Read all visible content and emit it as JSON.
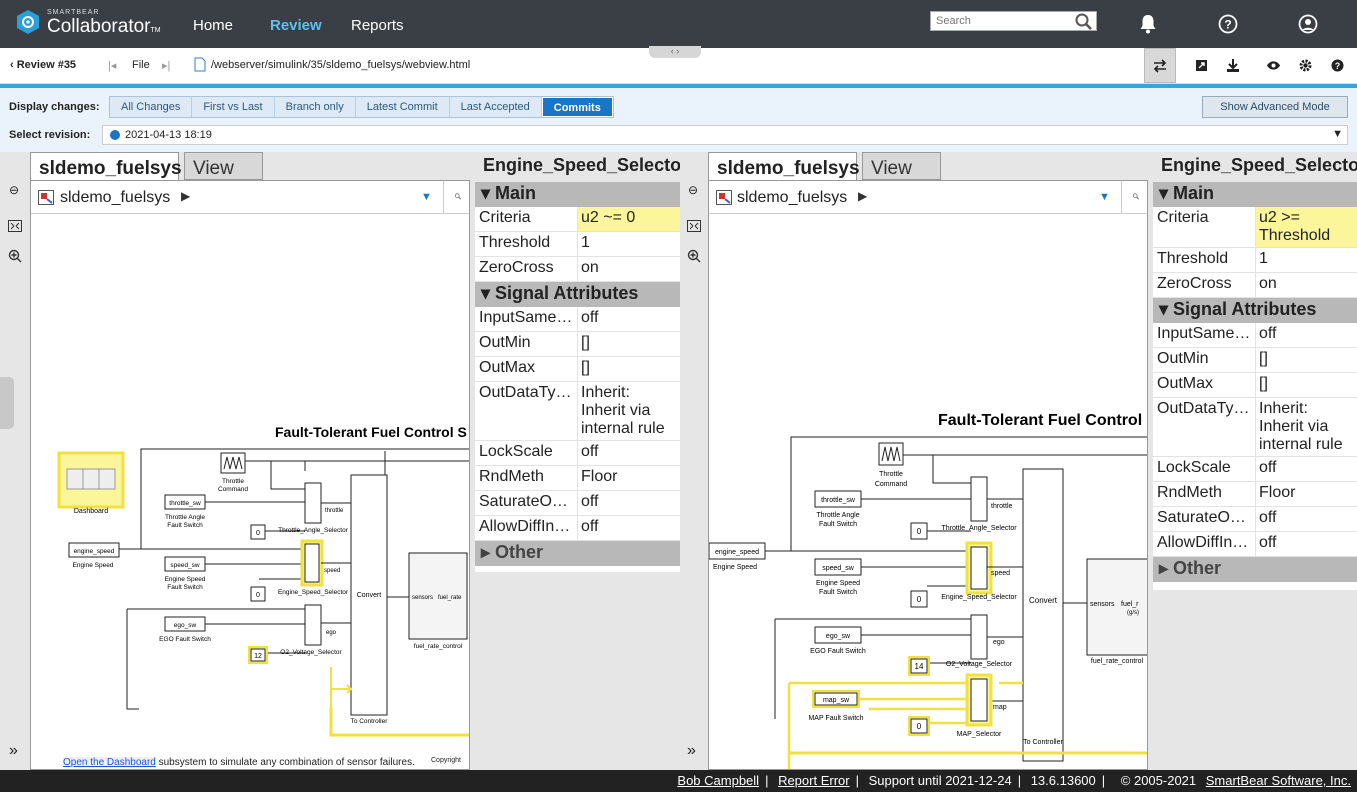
{
  "header": {
    "brand_small": "SMARTBEAR",
    "brand_name": "Collaborator",
    "brand_tm": "TM",
    "nav": [
      "Home",
      "Review",
      "Reports"
    ],
    "search_placeholder": "Search"
  },
  "subbar": {
    "back_label": "Review #35",
    "file_label": "File",
    "path": "/webserver/simulink/35/sldemo_fuelsys/webview.html"
  },
  "changes": {
    "display_label": "Display changes:",
    "options": [
      "All Changes",
      "First vs Last",
      "Branch only",
      "Latest Commit",
      "Last Accepted",
      "Commits"
    ],
    "selected": "Commits",
    "advanced_button": "Show Advanced Mode",
    "revision_label": "Select revision:",
    "revision_value": "2021-04-13 18:19"
  },
  "left": {
    "tab_active": "sldemo_fuelsys",
    "tab_other": "View All",
    "crumb": "sldemo_fuelsys",
    "diagram_title": "Fault-Tolerant Fuel Control S",
    "blocks": {
      "dashboard": "Dashboard",
      "throttle_cmd": "Throttle\nCommand",
      "throttle_sw": "throttle_sw",
      "throttle_fault": "Throttle Angle\nFault Switch",
      "throttle_sel": "Throttle_Angle_Selector",
      "engine_speed": "engine_speed",
      "engine_speed_lbl": "Engine Speed",
      "speed_sw": "speed_sw",
      "speed_fault": "Engine Speed\nFault Switch",
      "speed_sel": "Engine_Speed_Selector",
      "ego_sw": "ego_sw",
      "ego_fault": "EGO Fault Switch",
      "o2_sel": "O2_Voltage_Selector",
      "convert": "Convert",
      "to_controller": "To Controller",
      "fuel_rate": "fuel_rate_control",
      "sensors": "sensors",
      "fuel_rate_port": "fuel_rate",
      "throttle_port": "throttle",
      "speed_port": "speed",
      "ego_port": "ego",
      "zero1": "0",
      "zero2": "0",
      "twelve": "12"
    },
    "footnote_link": "Open the Dashboard",
    "footnote_text": "subsystem to simulate any combination of sensor failures.",
    "copyright": "Copyright"
  },
  "left_props": {
    "title": "Engine_Speed_Selector",
    "main_label": "Main",
    "main": [
      {
        "k": "Criteria",
        "v": "u2 ~= 0"
      },
      {
        "k": "Threshold",
        "v": "1"
      },
      {
        "k": "ZeroCross",
        "v": "on"
      }
    ],
    "signal_label": "Signal Attributes",
    "signal": [
      {
        "k": "InputSame…",
        "v": "off"
      },
      {
        "k": "OutMin",
        "v": "[]"
      },
      {
        "k": "OutMax",
        "v": "[]"
      },
      {
        "k": "OutDataTy…",
        "v": "Inherit: Inherit via internal rule"
      },
      {
        "k": "LockScale",
        "v": "off"
      },
      {
        "k": "RndMeth",
        "v": "Floor"
      },
      {
        "k": "SaturateO…",
        "v": "off"
      },
      {
        "k": "AllowDiffIn…",
        "v": "off"
      }
    ],
    "other_label": "Other"
  },
  "right": {
    "tab_active": "sldemo_fuelsys",
    "tab_other": "View All",
    "crumb": "sldemo_fuelsys",
    "diagram_title": "Fault-Tolerant Fuel Control",
    "fourteen": "14",
    "map_sw": "map_sw",
    "map_fault": "MAP Fault Switch",
    "map_sel": "MAP_Selector",
    "map_port": "map",
    "fuel_rate_port": "fuel_r",
    "fuel_rate_sub": "(g/s)"
  },
  "right_props": {
    "title": "Engine_Speed_Selector",
    "main_label": "Main",
    "main": [
      {
        "k": "Criteria",
        "v": "u2 >= Threshold"
      },
      {
        "k": "Threshold",
        "v": "1"
      },
      {
        "k": "ZeroCross",
        "v": "on"
      }
    ],
    "signal_label": "Signal Attributes",
    "signal": [
      {
        "k": "InputSame…",
        "v": "off"
      },
      {
        "k": "OutMin",
        "v": "[]"
      },
      {
        "k": "OutMax",
        "v": "[]"
      },
      {
        "k": "OutDataTy…",
        "v": "Inherit: Inherit via internal rule"
      },
      {
        "k": "LockScale",
        "v": "off"
      },
      {
        "k": "RndMeth",
        "v": "Floor"
      },
      {
        "k": "SaturateO…",
        "v": "off"
      },
      {
        "k": "AllowDiffIn…",
        "v": "off"
      }
    ],
    "other_label": "Other"
  },
  "footer": {
    "user": "Bob Campbell",
    "report": "Report Error",
    "support": "Support until 2021-12-24",
    "version": "13.6.13600",
    "copyright": "© 2005-2021",
    "company": "SmartBear Software, Inc."
  },
  "colors": {
    "accent": "#3aa3dc",
    "highlight": "#fcf69a",
    "selected": "#1a75c4",
    "topbar": "#3a3f46"
  }
}
